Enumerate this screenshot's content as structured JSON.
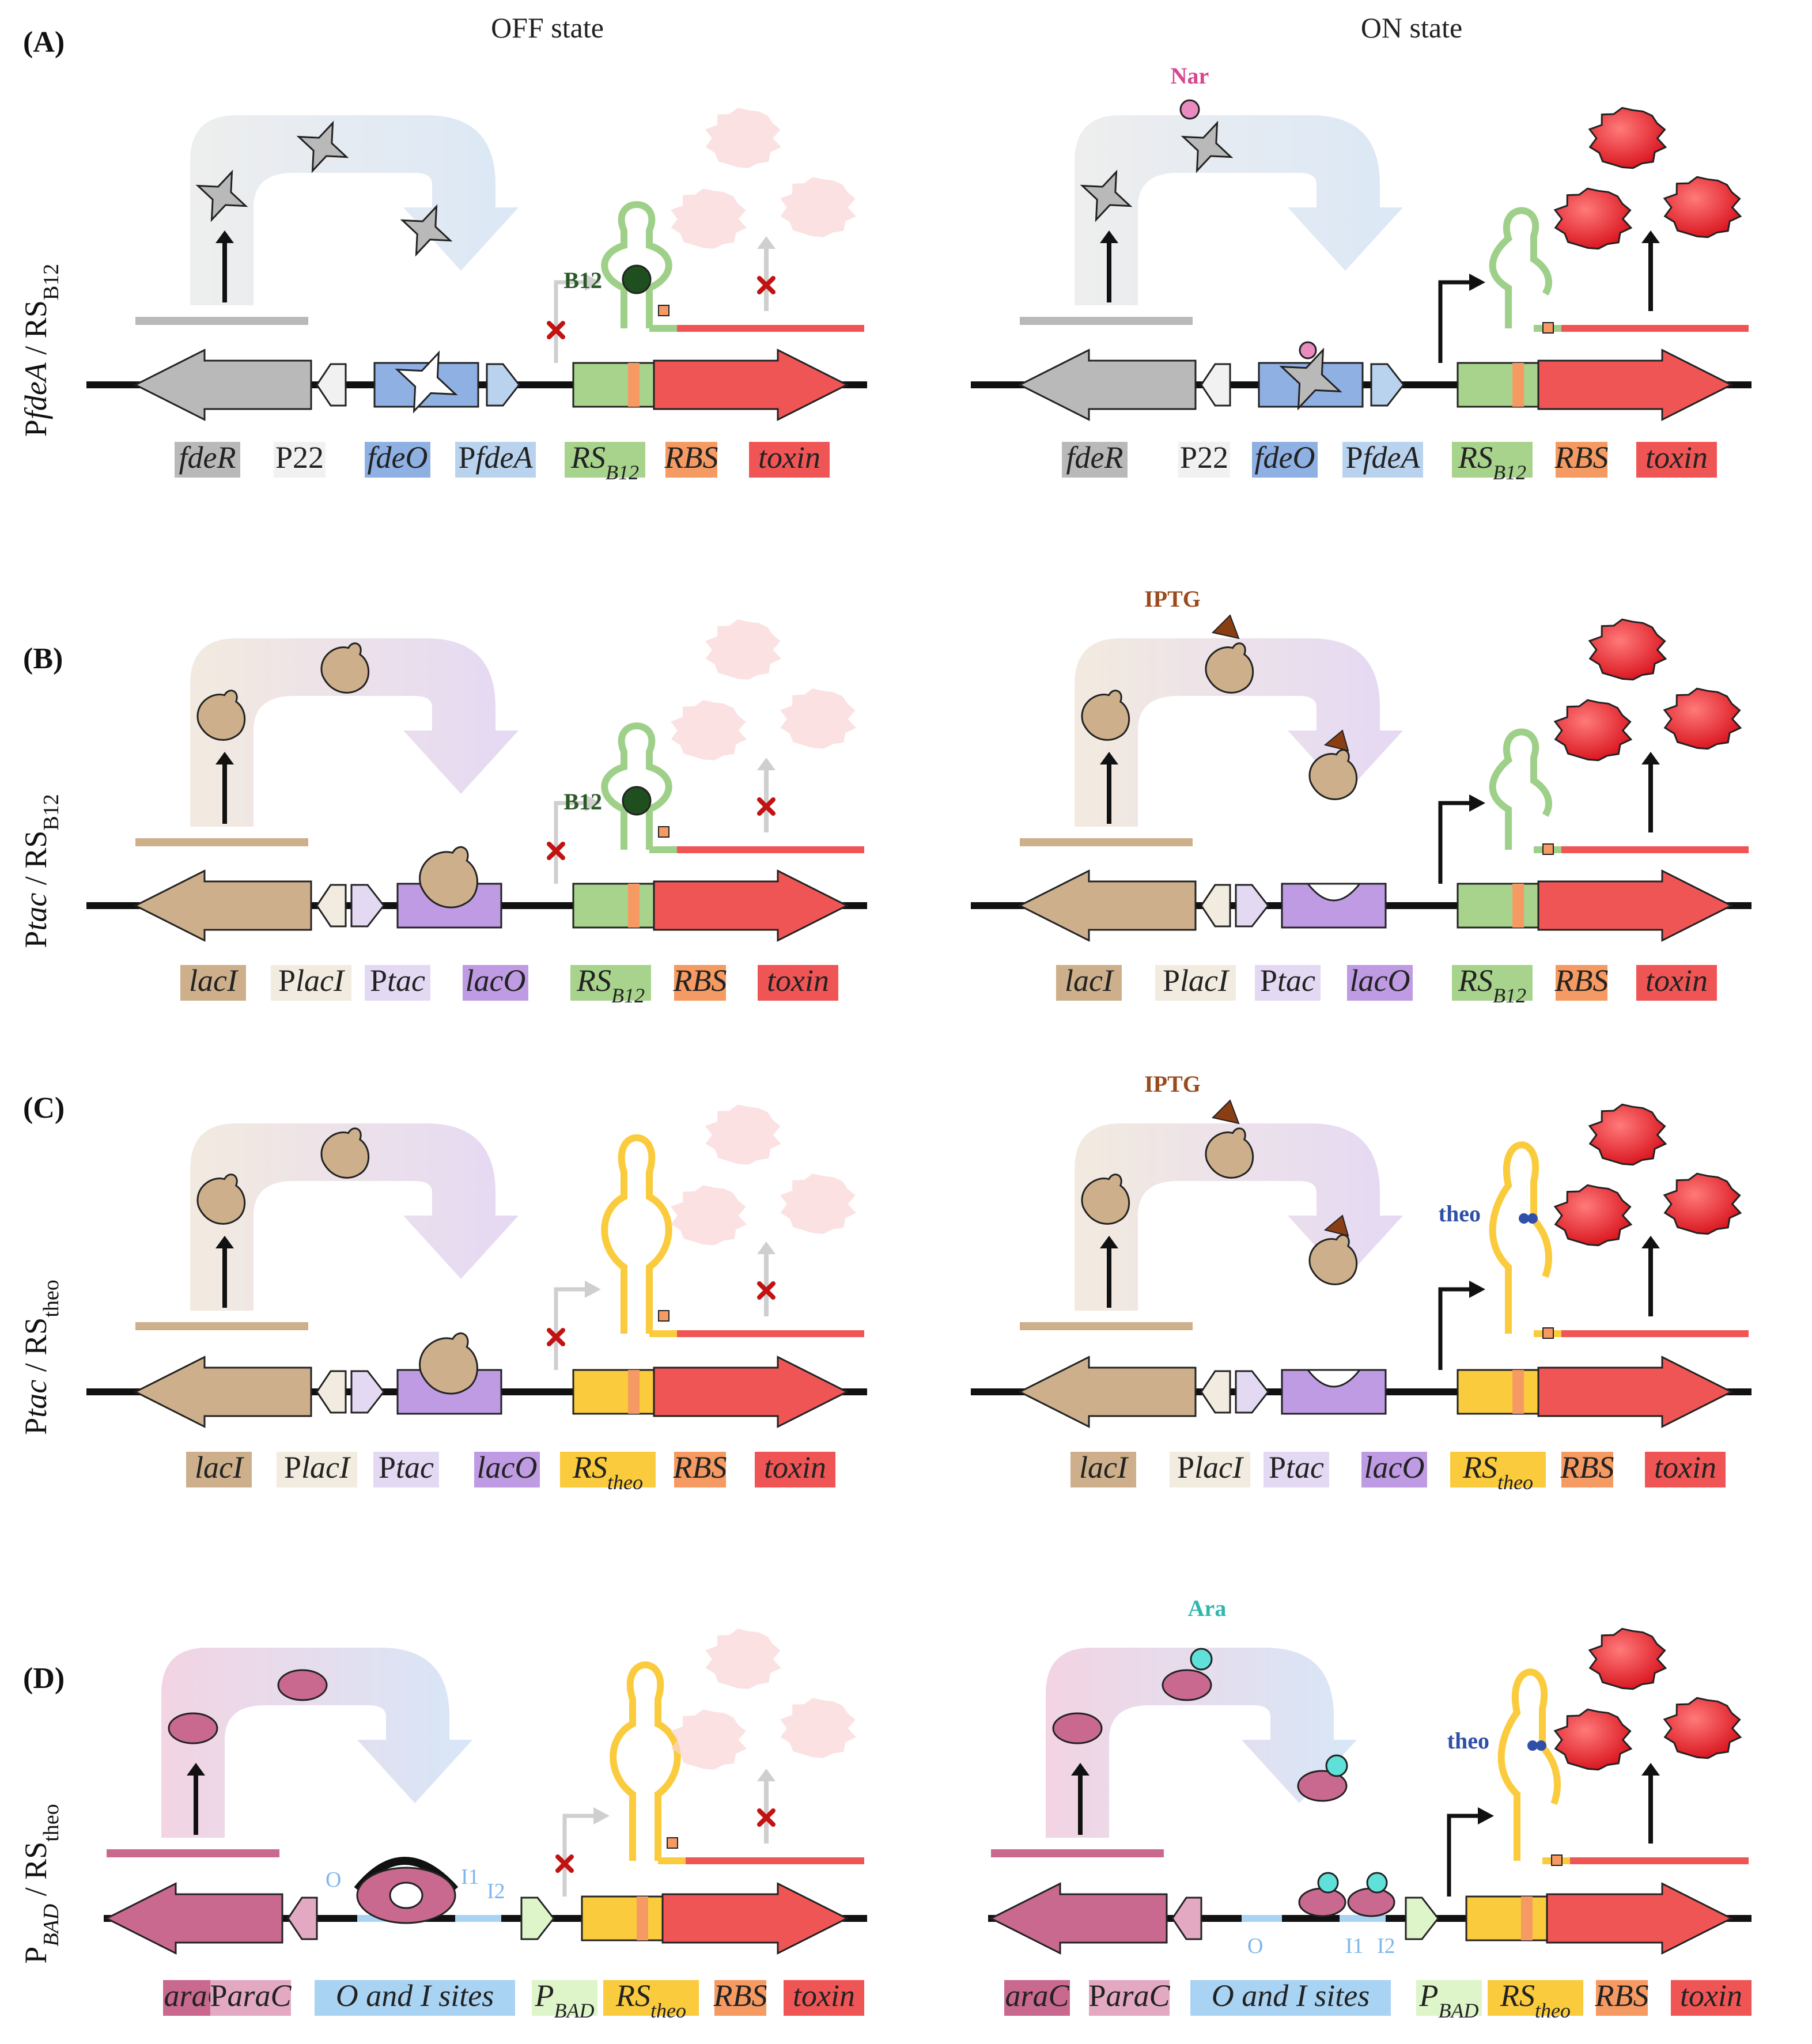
{
  "headers": {
    "off": "OFF state",
    "on": "ON state"
  },
  "colors": {
    "fdeR": "#b9b9b9",
    "p22": "#f1f1f1",
    "fdeO": "#8fb0e3",
    "pfdeA": "#b9d3ef",
    "rsB12": "#a7d38c",
    "rbs": "#f59a62",
    "toxin": "#f05555",
    "lacI": "#cdb08b",
    "placI": "#f2ebdf",
    "ptac": "#e4d9f3",
    "lacO": "#bf9be3",
    "rsTheo": "#fbcb3e",
    "araC": "#c9698f",
    "paraC": "#e3a9c2",
    "sites": "#a9d3f3",
    "pBAD": "#ddf5c9",
    "switchB12": "#9fd08a",
    "switchTheo": "#fbcb3e",
    "protein": "#ee3333"
  },
  "panels": [
    {
      "id": "A",
      "label": "(A)",
      "row_label": "PfdeA / RSB12",
      "row_label_parts": {
        "p": "P",
        "it": "fdeA",
        "mid": " / RS",
        "sub": "B12"
      },
      "ligands": {
        "off": "B12",
        "on": "Nar"
      },
      "legend": [
        {
          "text": "fdeR",
          "italic": true,
          "color": "#b9b9b9"
        },
        {
          "text": "P22",
          "italic": false,
          "color": "#f1f1f1"
        },
        {
          "text": "fdeO",
          "italic": true,
          "color": "#8fb0e3"
        },
        {
          "text": "PfdeA",
          "italic": true,
          "color": "#b9d3ef",
          "prefix": "P",
          "rest": "fdeA"
        },
        {
          "text": "RSB12",
          "italic": true,
          "color": "#a7d38c",
          "main": "RS",
          "sub": "B12"
        },
        {
          "text": "RBS",
          "italic": true,
          "color": "#f59a62"
        },
        {
          "text": "toxin",
          "italic": true,
          "color": "#f05555"
        }
      ]
    },
    {
      "id": "B",
      "label": "(B)",
      "row_label": "Ptac / RSB12",
      "row_label_parts": {
        "p": "P",
        "it": "tac",
        "mid": " / RS",
        "sub": "B12"
      },
      "ligands": {
        "off": "B12",
        "on": "IPTG"
      },
      "legend": [
        {
          "text": "lacI",
          "italic": true,
          "color": "#cdb08b"
        },
        {
          "text": "PlacI",
          "italic": true,
          "color": "#f2ebdf",
          "prefix": "P",
          "rest": "lacI"
        },
        {
          "text": "Ptac",
          "italic": true,
          "color": "#e4d9f3",
          "prefix": "P",
          "rest": "tac"
        },
        {
          "text": "lacO",
          "italic": true,
          "color": "#bf9be3"
        },
        {
          "text": "RSB12",
          "italic": true,
          "color": "#a7d38c",
          "main": "RS",
          "sub": "B12"
        },
        {
          "text": "RBS",
          "italic": true,
          "color": "#f59a62"
        },
        {
          "text": "toxin",
          "italic": true,
          "color": "#f05555"
        }
      ]
    },
    {
      "id": "C",
      "label": "(C)",
      "row_label": "Ptac / RStheo",
      "row_label_parts": {
        "p": "P",
        "it": "tac",
        "mid": " / RS",
        "sub": "theo"
      },
      "ligands": {
        "off": "",
        "on": "IPTG",
        "on_switch": "theo"
      },
      "legend": [
        {
          "text": "lacI",
          "italic": true,
          "color": "#cdb08b"
        },
        {
          "text": "PlacI",
          "italic": true,
          "color": "#f2ebdf",
          "prefix": "P",
          "rest": "lacI"
        },
        {
          "text": "Ptac",
          "italic": true,
          "color": "#e4d9f3",
          "prefix": "P",
          "rest": "tac"
        },
        {
          "text": "lacO",
          "italic": true,
          "color": "#bf9be3"
        },
        {
          "text": "RStheo",
          "italic": true,
          "color": "#fbcb3e",
          "main": "RS",
          "sub": "theo"
        },
        {
          "text": "RBS",
          "italic": true,
          "color": "#f59a62"
        },
        {
          "text": "toxin",
          "italic": true,
          "color": "#f05555"
        }
      ]
    },
    {
      "id": "D",
      "label": "(D)",
      "row_label": "PBAD / RStheo",
      "row_label_parts": {
        "p": "P",
        "it": "BAD",
        "mid": " / RS",
        "sub": "theo"
      },
      "ligands": {
        "off": "",
        "on": "Ara",
        "on_switch": "theo"
      },
      "sites": {
        "o": "O",
        "i1": "I1",
        "i2": "I2"
      },
      "legend": [
        {
          "text": "araC",
          "italic": true,
          "color": "#c9698f"
        },
        {
          "text": "ParaC",
          "italic": true,
          "color": "#e3a9c2",
          "prefix": "P",
          "rest": "araC"
        },
        {
          "text": "O and I sites",
          "italic": true,
          "color": "#a9d3f3"
        },
        {
          "text": "PBAD",
          "italic": true,
          "color": "#ddf5c9",
          "main": "P",
          "sub": "BAD"
        },
        {
          "text": "RStheo",
          "italic": true,
          "color": "#fbcb3e",
          "main": "RS",
          "sub": "theo"
        },
        {
          "text": "RBS",
          "italic": true,
          "color": "#f59a62"
        },
        {
          "text": "toxin",
          "italic": true,
          "color": "#f05555"
        }
      ]
    }
  ]
}
